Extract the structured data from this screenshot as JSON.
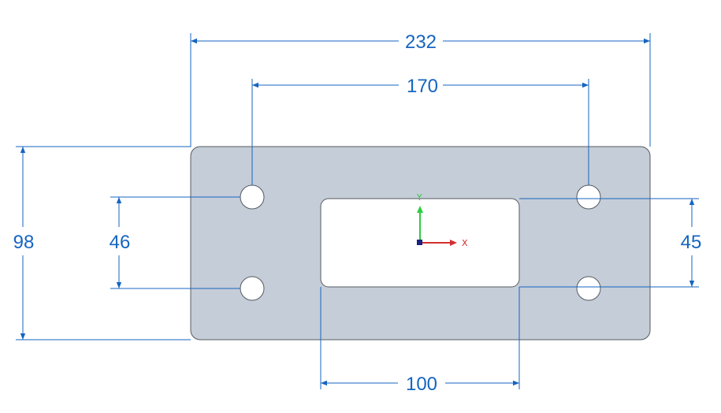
{
  "drawing": {
    "dimensions": {
      "overall_width": "232",
      "hole_spacing_x": "170",
      "overall_height": "98",
      "hole_spacing_y": "46",
      "slot_height": "45",
      "slot_width": "100"
    },
    "triad": {
      "x_label": "X",
      "y_label": "Y"
    }
  },
  "colors": {
    "background": "#ffffff",
    "plate_fill": "#c5cdd8",
    "plate_stroke": "#555a60",
    "cutout_fill": "#ffffff",
    "dimension": "#1565c0",
    "axis_x": "#d32f2f",
    "axis_y": "#2ecc40",
    "axis_z": "#1a237e"
  }
}
